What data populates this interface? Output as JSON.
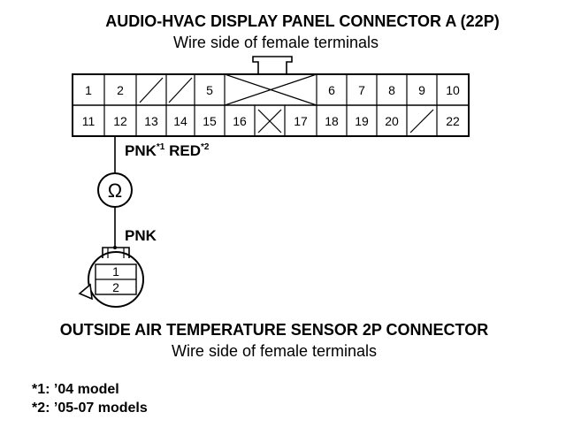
{
  "connector_a": {
    "title": "AUDIO-HVAC DISPLAY PANEL CONNECTOR A (22P)",
    "subtitle": "Wire side of female terminals",
    "top_row": [
      "1",
      "2",
      "",
      "",
      "5",
      "",
      "6",
      "7",
      "8",
      "9",
      "10"
    ],
    "bottom_row": [
      "11",
      "12",
      "13",
      "14",
      "15",
      "16",
      "",
      "17",
      "18",
      "19",
      "20",
      "",
      "22"
    ]
  },
  "wire_a": {
    "text1": "PNK",
    "sup1": "*1",
    "text2": " RED",
    "sup2": "*2"
  },
  "meter": {
    "symbol": "Ω"
  },
  "wire_b": {
    "text": "PNK"
  },
  "sensor": {
    "pins": [
      "1",
      "2"
    ],
    "title": "OUTSIDE AIR TEMPERATURE SENSOR 2P CONNECTOR",
    "subtitle": "Wire side of female terminals"
  },
  "notes": [
    "*1: ’04 model",
    "*2: ’05-07 models"
  ]
}
